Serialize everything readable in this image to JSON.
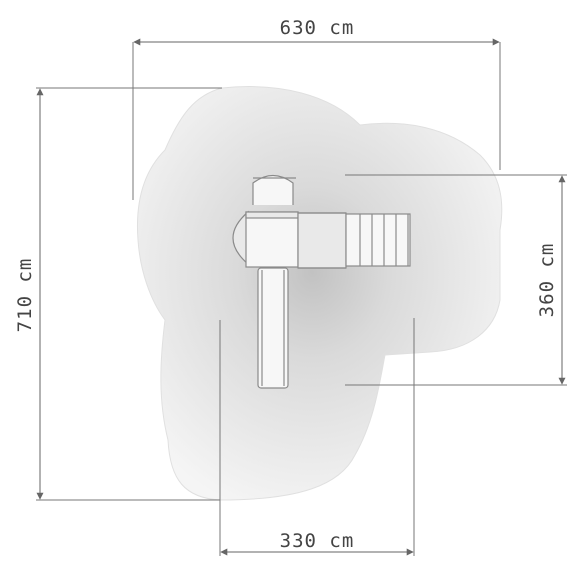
{
  "diagram": {
    "dimensions": {
      "top": "630 cm",
      "left": "710 cm",
      "right": "360 cm",
      "bottom": "330 cm"
    },
    "colors": {
      "safety_area_edge": "#e2e2e2",
      "safety_area_center": "#bdbdbd",
      "dimension_line": "#666666",
      "equipment_stroke": "#8a8a8a"
    }
  }
}
